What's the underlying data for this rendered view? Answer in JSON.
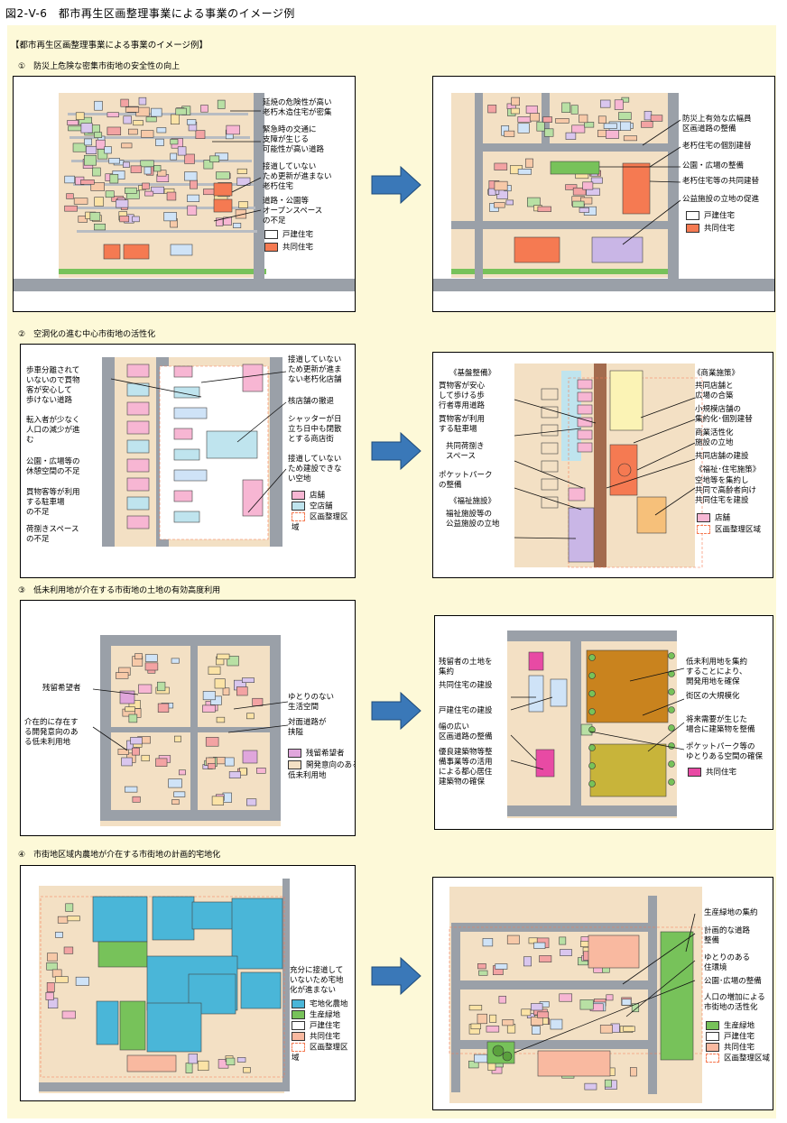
{
  "figure_title": "図2-V-6　都市再生区画整理事業による事業のイメージ例",
  "panel_title": "【都市再生区画整理事業による事業のイメージ例】",
  "colors": {
    "road": "#9aa0a8",
    "ground": "#f3e0c4",
    "green": "#77c25a",
    "house": "#cfe3f7",
    "shared": "#f57a52",
    "shop": "#f7b6d3",
    "vacant": "#bfe4ee",
    "remain": "#e84aa4",
    "farmland": "#4ab6d8",
    "panel": "#fdf9d8"
  },
  "sections": [
    {
      "title": "①　防災上危険な密集市街地の安全性の向上",
      "before": {
        "labels": [
          "延焼の危険性が高い\n老朽木造住宅が密集",
          "緊急時の交通に\n支障が生じる\n可能性が高い道路",
          "接道していない\nため更新が進まない\n老朽住宅",
          "道路・公園等\nオープンスペース\nの不足"
        ],
        "legend": [
          "戸建住宅",
          "共同住宅"
        ]
      },
      "after": {
        "labels": [
          "防災上有効な広幅員\n区画道路の整備",
          "老朽住宅の個別建替",
          "公園・広場の整備",
          "老朽住宅等の共同建替",
          "公益施設の立地の促進"
        ],
        "legend": [
          "戸建住宅",
          "共同住宅"
        ]
      }
    },
    {
      "title": "②　空洞化の進む中心市街地の活性化",
      "before": {
        "labels_left": [
          "歩車分離されて\nいないので買物\n客が安心して\n歩けない道路",
          "転入者が少なく\n人口の減少が進\nむ",
          "公園・広場等の\n休憩空間の不足",
          "買物客等が利用\nする駐車場\nの不足",
          "荷捌きスペース\nの不足"
        ],
        "labels_right": [
          "接道していない\nため更新が進ま\nない老朽化店舗",
          "核店舗の撤退",
          "シャッターが日\n立ち日中も閉散\nとする商店街",
          "接道していない\nため建設できな\nい空地"
        ],
        "legend": [
          "店舗",
          "空店舗",
          "区画整理区域"
        ]
      },
      "after": {
        "group_left": "《基盤整備》",
        "group_right": "《商業施策》",
        "group_welfare": "《福祉施設》",
        "group_welfare_right": "《福祉･住宅施策》",
        "labels_left": [
          "買物客が安心\nして歩ける歩\n行者専用道路",
          "買物客が利用\nする駐車場",
          "共同荷捌き\nスペース",
          "ポケットパーク\nの整備"
        ],
        "label_welfare": "福祉施設等の\n公益施設の立地",
        "labels_right": [
          "共同店舗と\n広場の合築",
          "小規模店舗の\n集約化･個別建替",
          "商業活性化\n施設の立地",
          "共同店舗の建設",
          "空地等を集約し\n共同で高齢者向け\n共同住宅を建設"
        ],
        "legend": [
          "店舗",
          "区画整理区域"
        ]
      }
    },
    {
      "title": "③　低未利用地が介在する市街地の土地の有効高度利用",
      "before": {
        "labels": [
          "残留希望者",
          "介在的に存在す\nる開発意向のあ\nる低未利用地",
          "ゆとりのない\n生活空間",
          "対面道路が\n挟隘"
        ],
        "legend": [
          "残留希望者",
          "開発意向のある\n低未利用地"
        ]
      },
      "after": {
        "labels_left": [
          "残留者の土地を\n集約",
          "共同住宅の建設",
          "戸建住宅の建設",
          "幅の広い\n区画道路の整備",
          "優良建築物等整\n備事業等の活用\nによる都心居住\n建築物の確保"
        ],
        "labels_right": [
          "低未利用地を集約\nすることにより、\n開発用地を確保",
          "街区の大規模化",
          "将来需要が生じた\n場合に建築物を整備",
          "ポケットパーク等の\nゆとりある空間の確保"
        ],
        "legend": [
          "共同住宅"
        ]
      }
    },
    {
      "title": "④　市街地区域内農地が介在する市街地の計画的宅地化",
      "before": {
        "labels": [
          "充分に接道して\nいないため宅地\n化が進まない"
        ],
        "legend": [
          "宅地化農地",
          "生産緑地",
          "戸建住宅",
          "共同住宅",
          "区画整理区域"
        ]
      },
      "after": {
        "labels": [
          "生産緑地の集約",
          "計画的な道路\n整備",
          "ゆとりのある\n住環境",
          "公園･広場の整備",
          "人口の増加による\n市街地の活性化"
        ],
        "legend": [
          "生産緑地",
          "戸建住宅",
          "共同住宅",
          "区画整理区域"
        ]
      }
    }
  ]
}
